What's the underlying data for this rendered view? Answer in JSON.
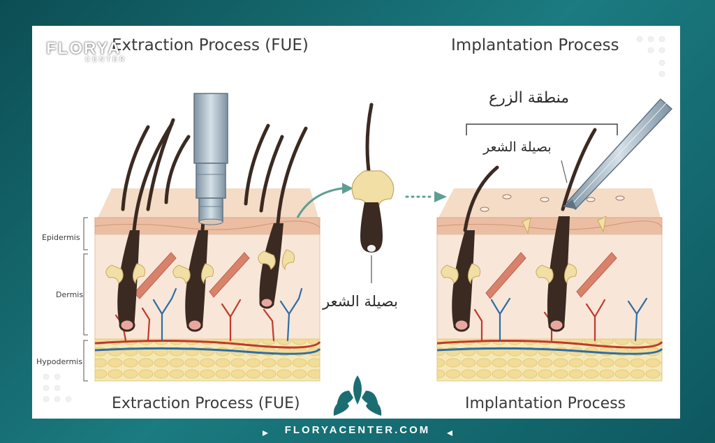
{
  "titles": {
    "top_left": "Extraction Process (FUE)",
    "top_right": "Implantation Process",
    "bottom_left": "Extraction Process (FUE)",
    "bottom_right": "Implantation Process"
  },
  "layers": {
    "epidermis": "Epidermis",
    "dermis": "Dermis",
    "hypodermis": "Hypodermis"
  },
  "arabic_labels": {
    "implant_zone": "منطقة الزرع",
    "hair_bulb_right": "بصيلة الشعر",
    "hair_bulb_middle": "بصيلة الشعر"
  },
  "brand": {
    "logo_main": "FLORYA",
    "logo_sub": "CENTER",
    "footer_url": "FLORYACENTER.COM",
    "colors": {
      "frame": "#1b7b80",
      "skin_top": "#f2d6bf",
      "epidermis": "#e9b99d",
      "dermis": "#f7e4d6",
      "hypodermis": "#f3e3a8",
      "hair": "#3b2a22",
      "artery": "#c0392b",
      "vein": "#2e6da4",
      "sebaceous": "#f1dfa6",
      "tool": "#9fb0bd",
      "arrow": "#5e9e93"
    }
  },
  "icons": {
    "punch_tool": "fue-punch-tool-icon",
    "forceps": "forceps-icon",
    "curved_arrow": "curved-arrow-icon",
    "dotted_arrow": "dotted-arrow-icon",
    "logo_leaves": "leaf-logo-icon"
  }
}
